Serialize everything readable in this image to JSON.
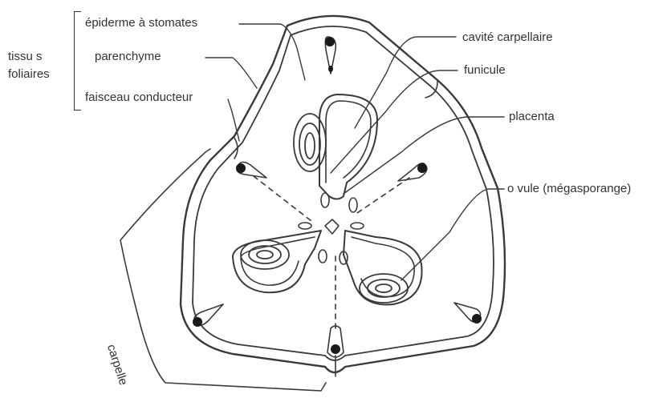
{
  "figure": {
    "group_label": [
      "tissu s",
      "foliaires"
    ],
    "labels": {
      "epiderme": "épiderme à stomates",
      "parenchyme": "parenchyme",
      "faisceau": "faisceau conducteur",
      "cavite": "cavité carpellaire",
      "funicule": "funicule",
      "placenta": "placenta",
      "ovule": "o vule (mégasporange)",
      "carpelle": "carpelle"
    }
  }
}
